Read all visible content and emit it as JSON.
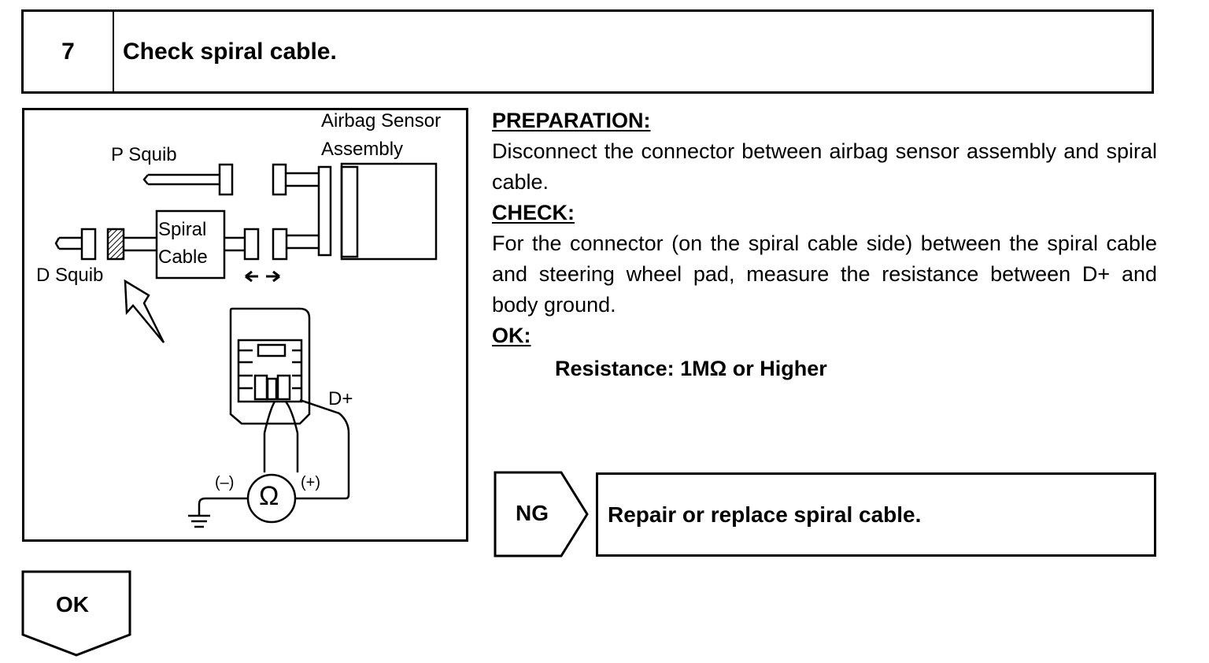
{
  "step": {
    "number": "7",
    "title": "Check spiral cable."
  },
  "diagram": {
    "labels": {
      "airbag_sensor": "Airbag Sensor",
      "assembly": "Assembly",
      "p_squib": "P Squib",
      "spiral": "Spiral",
      "cable": "Cable",
      "d_squib": "D Squib",
      "d_plus": "D+",
      "minus": "(–)",
      "plus": "(+)",
      "ohm": "Ω"
    }
  },
  "instructions": {
    "preparation_heading": "PREPARATION:",
    "preparation_text": "Disconnect the connector between airbag sensor assembly and spiral cable.",
    "check_heading": "CHECK:",
    "check_text": "For the connector (on the spiral cable side) between the spiral cable and steering wheel pad, measure the resistance between D+ and body ground.",
    "ok_heading": "OK:",
    "spec": "Resistance:  1MΩ or Higher"
  },
  "results": {
    "ng_label": "NG",
    "ng_action": "Repair or replace spiral cable.",
    "ok_label": "OK"
  }
}
